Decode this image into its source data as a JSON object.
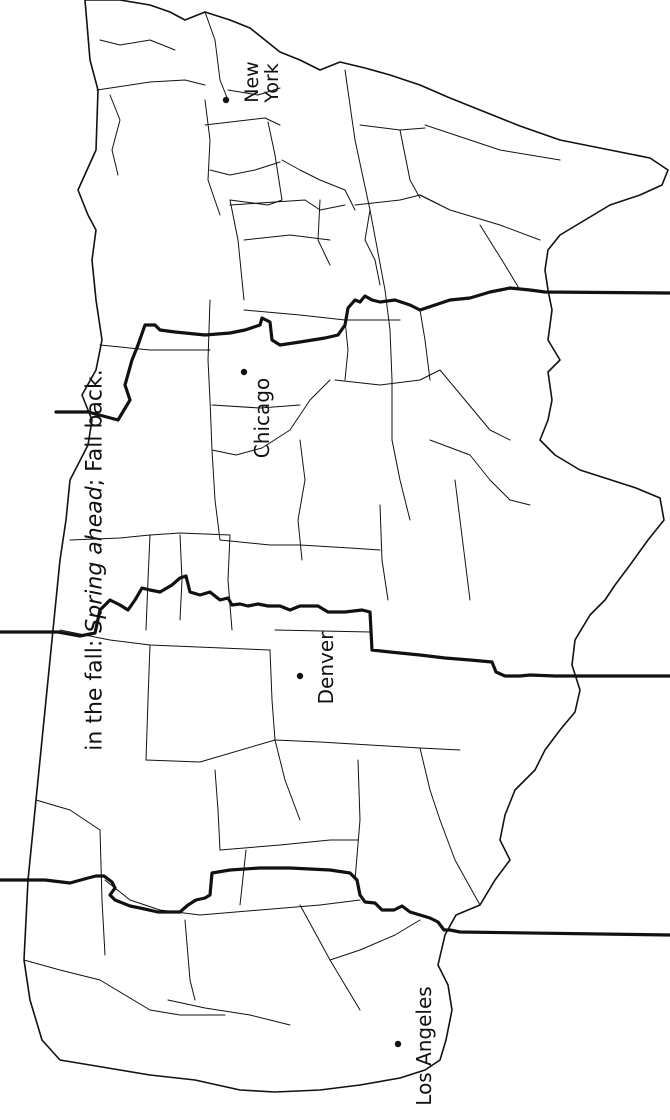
{
  "caption": {
    "prefix": "in the fall: ",
    "spring": "Spring ahead",
    "sep": "; ",
    "fall": "Fall back."
  },
  "cities": {
    "new_york_line1": "New",
    "new_york_line2": "York",
    "chicago": "Chicago",
    "denver": "Denver",
    "los_angeles": "Los Angeles"
  },
  "colors": {
    "ink": "#111111",
    "background": "#ffffff"
  }
}
